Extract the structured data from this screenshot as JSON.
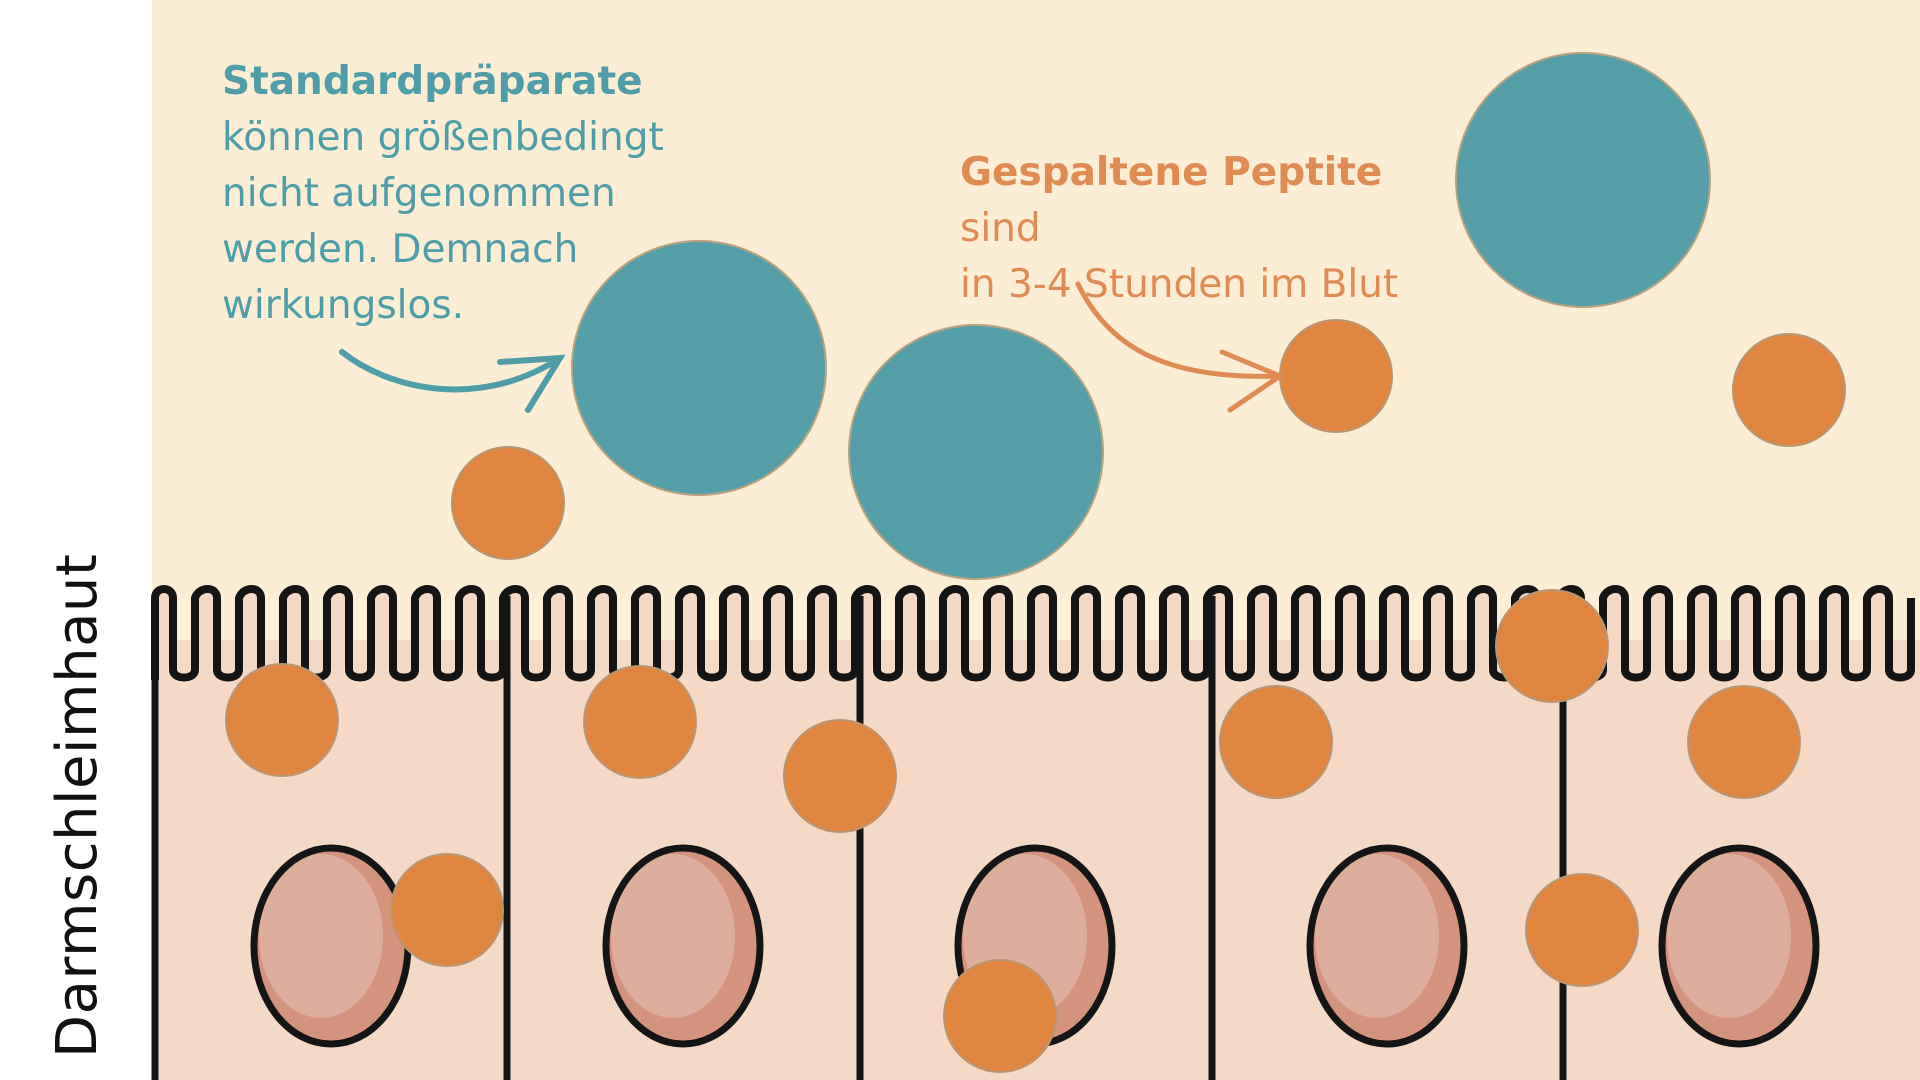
{
  "side_label": "Darmschleimhaut",
  "annotations": {
    "standard": {
      "bold": "Standardpräparate",
      "lines": [
        "können größenbedingt",
        "nicht aufgenommen",
        "werden. Demnach",
        "wirkungslos."
      ]
    },
    "peptides": {
      "bold": "Gespaltene Peptite",
      "after_bold": " sind",
      "line2": "in 3-4 Stunden im Blut"
    }
  },
  "colors": {
    "lumen_background": "#fbeed5",
    "mucosa_background": "#f4d9c6",
    "large_molecule": "#559fab",
    "peptide": "#e08540",
    "nucleus": "#dcae9b",
    "nucleus_shade": "#d4937c",
    "outline": "#151515"
  },
  "legend_icons": [
    "arrow-curved-icon"
  ]
}
